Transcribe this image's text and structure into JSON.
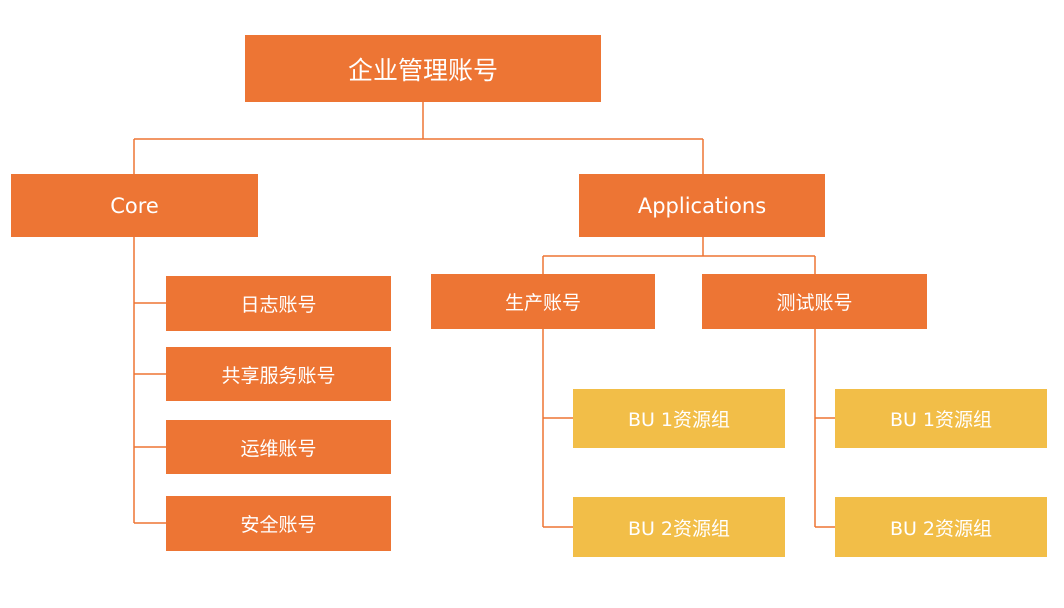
{
  "diagram": {
    "colors": {
      "primary": "#ED7534",
      "secondary": "#F2BE48",
      "connector": "#ED7534",
      "text": "#FFFFFF"
    },
    "root": {
      "label": "企业管理账号"
    },
    "core": {
      "label": "Core",
      "children": [
        "日志账号",
        "共享服务账号",
        "运维账号",
        "安全账号"
      ]
    },
    "applications": {
      "label": "Applications",
      "production": {
        "label": "生产账号",
        "children": [
          "BU 1资源组",
          "BU 2资源组"
        ]
      },
      "testing": {
        "label": "测试账号",
        "children": [
          "BU 1资源组",
          "BU 2资源组"
        ]
      }
    }
  }
}
